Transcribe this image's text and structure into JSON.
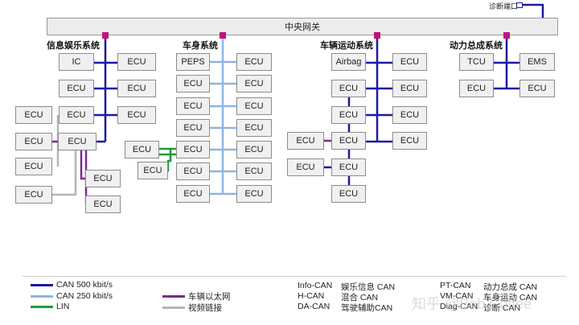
{
  "gateway": "中央网关",
  "diagnostic_port": "诊断端口",
  "domains": {
    "infotainment": "信息娱乐系统",
    "body": "车身系统",
    "vehicle_motion": "车辆运动系统",
    "powertrain": "动力总成系统"
  },
  "nodes": {
    "ic": "IC",
    "peps": "PEPS",
    "airbag": "Airbag",
    "tcu": "TCU",
    "ems": "EMS",
    "ecu": "ECU"
  },
  "legend": {
    "can500": "CAN 500 kbit/s",
    "can250": "CAN 250 kbit/s",
    "lin": "LIN",
    "ethernet": "车辆以太网",
    "video": "视频链接"
  },
  "abbreviations": [
    {
      "code": "Info-CAN",
      "meaning": "娱乐信息 CAN"
    },
    {
      "code": "H-CAN",
      "meaning": "混合 CAN"
    },
    {
      "code": "DA-CAN",
      "meaning": "驾驶辅助CAN"
    },
    {
      "code": "PT-CAN",
      "meaning": "动力总成 CAN"
    },
    {
      "code": "VM-CAN",
      "meaning": "车身运动 CAN"
    },
    {
      "code": "Diag-CAN",
      "meaning": "诊断 CAN"
    }
  ],
  "watermark": "知乎 @Bob Coffee",
  "colors": {
    "can500": "#1a1aa0",
    "can250": "#8db4e2",
    "lin": "#1e9c3a",
    "ethernet": "#7a2a8c",
    "video": "#b4b4b4",
    "node": "#c0137a"
  }
}
